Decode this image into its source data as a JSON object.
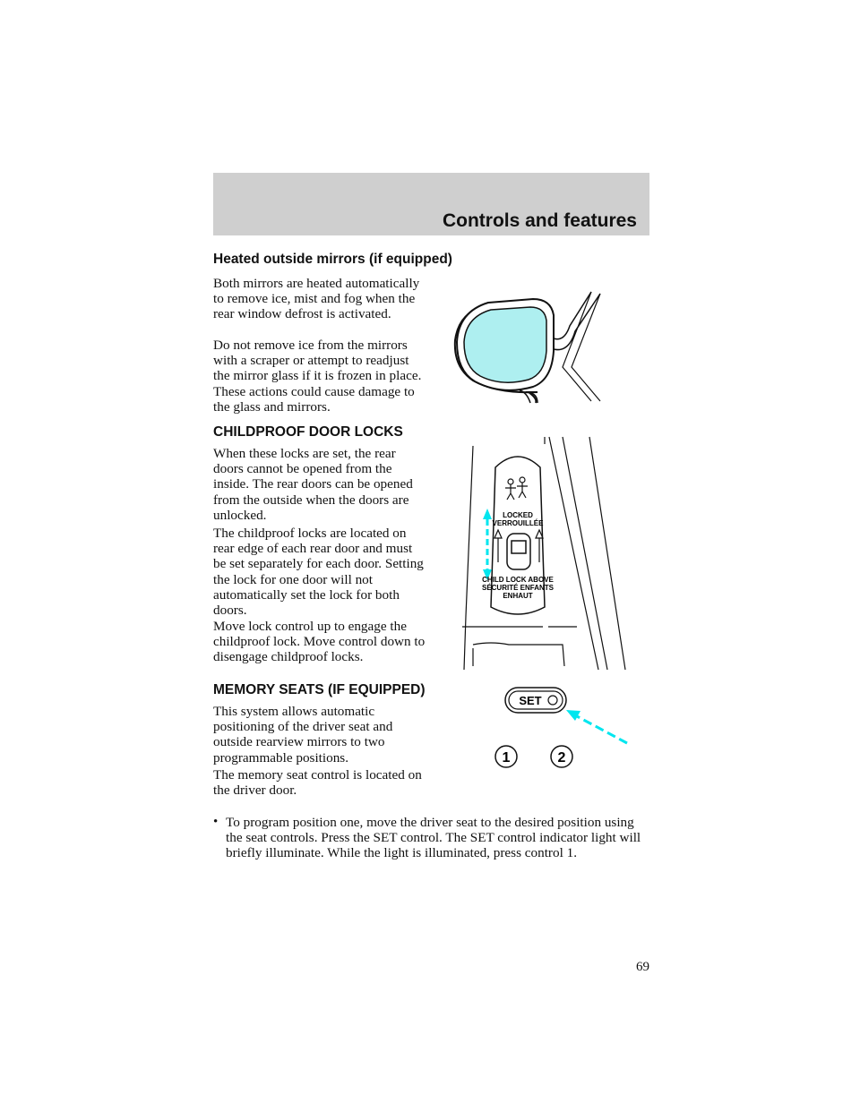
{
  "header": {
    "title": "Controls and features"
  },
  "sections": {
    "heated_mirrors": {
      "title": "Heated outside mirrors (if equipped)",
      "p1": "Both mirrors are heated automatically to remove ice, mist and fog when the rear window defrost is activated.",
      "p2": "Do not remove ice from the mirrors with a scraper or attempt to readjust the mirror glass if it is frozen in place. These actions could cause damage to the glass and mirrors."
    },
    "childproof": {
      "title": "CHILDPROOF DOOR LOCKS",
      "p1": "When these locks are set, the rear doors cannot be opened from the inside. The rear doors can be opened from the outside when the doors are unlocked.",
      "p2": "The childproof locks are located on rear edge of each rear door and must be set separately for each door. Setting the lock for one door will not automatically set the lock for both doors.",
      "p3": "Move lock control up to engage the childproof lock. Move control down to disengage childproof locks."
    },
    "memory_seats": {
      "title": "MEMORY SEATS (IF EQUIPPED)",
      "p1": "This system allows automatic positioning of the driver seat and outside rearview mirrors to two programmable positions.",
      "p2": "The memory seat control is located on the driver door.",
      "bullet": "To program position one, move the driver seat to the desired position using the seat controls. Press the SET control. The SET control indicator light will briefly illuminate. While the light is illuminated, press control 1."
    }
  },
  "diagram_lock": {
    "label_locked_1": "LOCKED",
    "label_locked_2": "VERROUILLÉE",
    "label_child_1": "CHILD LOCK ABOVE",
    "label_child_2": "SÉCURITÉ ENFANTS",
    "label_child_3": "ENHAUT"
  },
  "diagram_memory": {
    "set_label": "SET",
    "btn1_label": "1",
    "btn2_label": "2"
  },
  "colors": {
    "accent_cyan": "#00e6ef",
    "mirror_glass": "#aeeff0",
    "header_band": "#cfcfcf"
  },
  "footer": {
    "page_number": "69"
  }
}
